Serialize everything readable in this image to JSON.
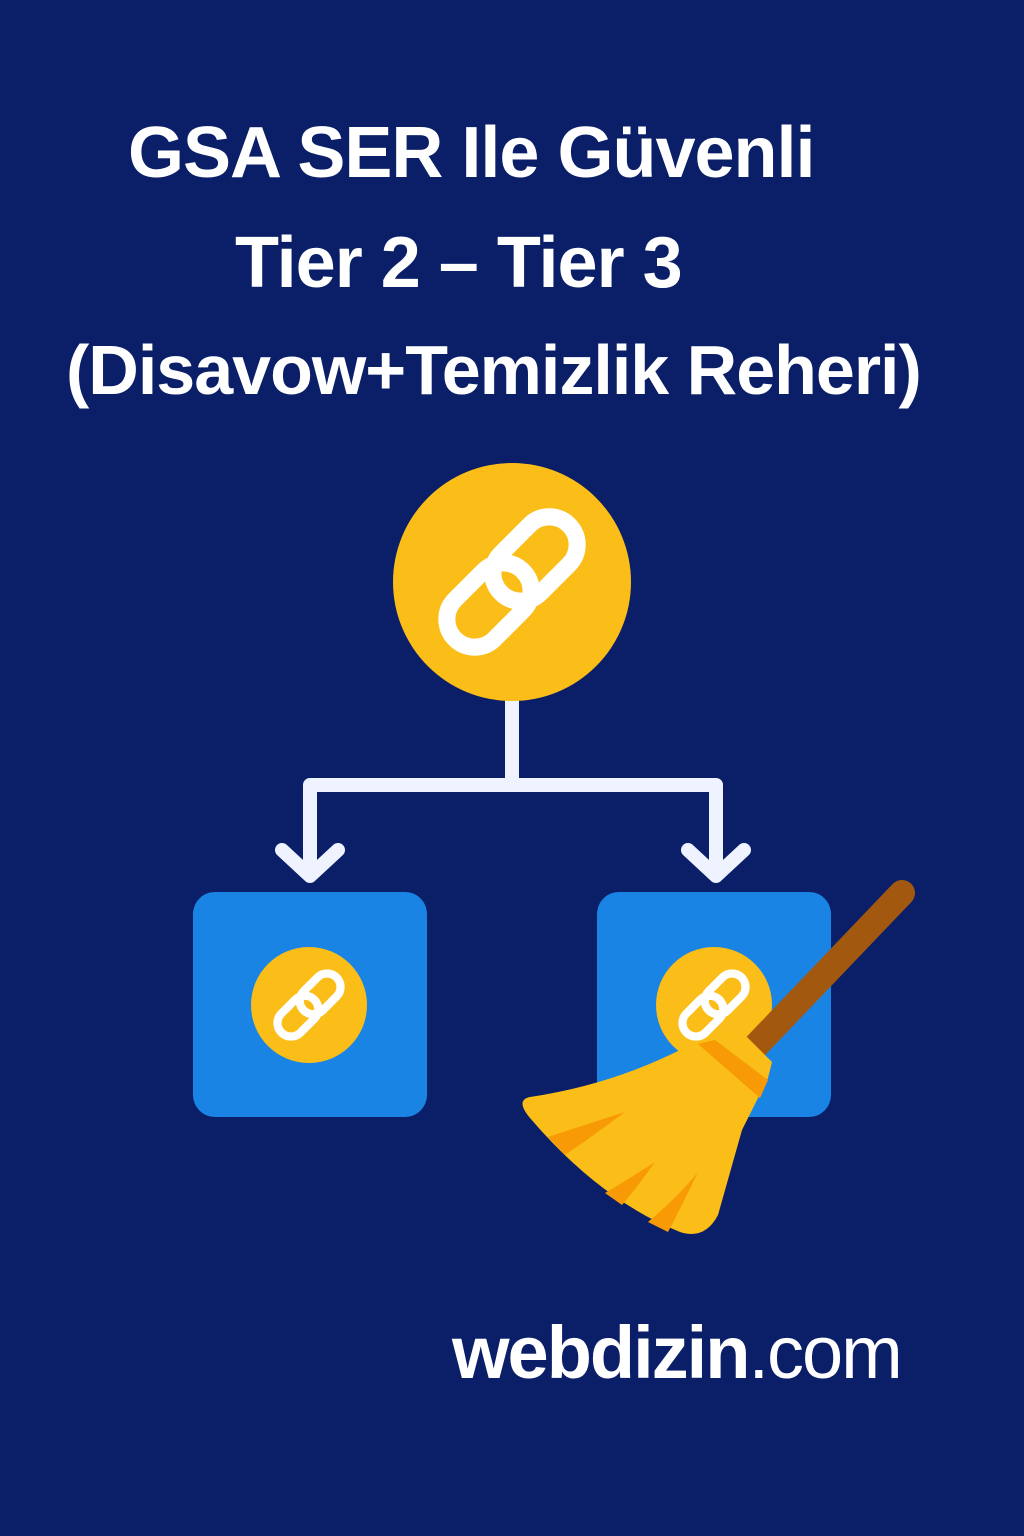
{
  "title": {
    "line1": "GSA SER Ile Güvenli",
    "line2": "Tier 2 – Tier 3",
    "line3": "(Disavow+Temizlik Reheri)"
  },
  "brand": {
    "name": "webdizin",
    "tld": ".com"
  },
  "colors": {
    "background": "#0b1f68",
    "gold": "#fbbd17",
    "box_blue": "#1a84e4",
    "connector": "#eef3ff",
    "broom_handle": "#a3580f",
    "broom_accent": "#f79a06"
  },
  "icons": [
    "link-icon",
    "arrow-down-icon",
    "broom-icon"
  ]
}
